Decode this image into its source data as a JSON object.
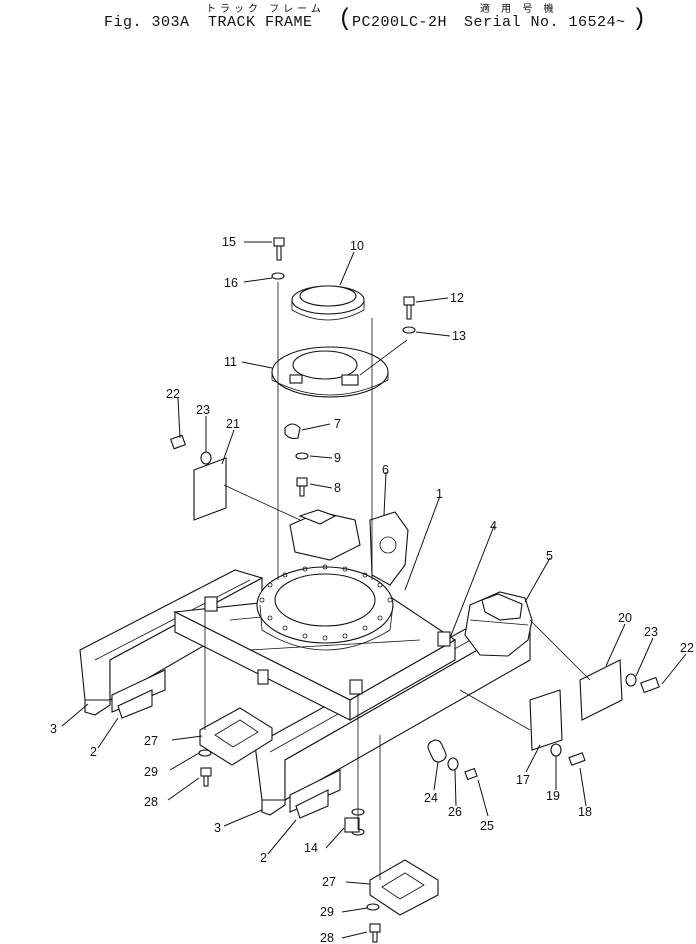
{
  "header": {
    "fig": "Fig. 303A",
    "title": "TRACK FRAME",
    "title_kana": "トラック フレーム",
    "serial_kana": "適 用 号 機",
    "open_paren": "(",
    "model": "PC200LC-2H",
    "serial": "Serial No. 16524~",
    "close_paren": ")"
  },
  "callouts": [
    "1",
    "2",
    "2",
    "3",
    "3",
    "4",
    "5",
    "6",
    "7",
    "8",
    "9",
    "10",
    "11",
    "12",
    "13",
    "14",
    "15",
    "16",
    "17",
    "18",
    "19",
    "20",
    "21",
    "22",
    "22",
    "23",
    "23",
    "24",
    "25",
    "26",
    "27",
    "27",
    "28",
    "28",
    "29",
    "29"
  ]
}
